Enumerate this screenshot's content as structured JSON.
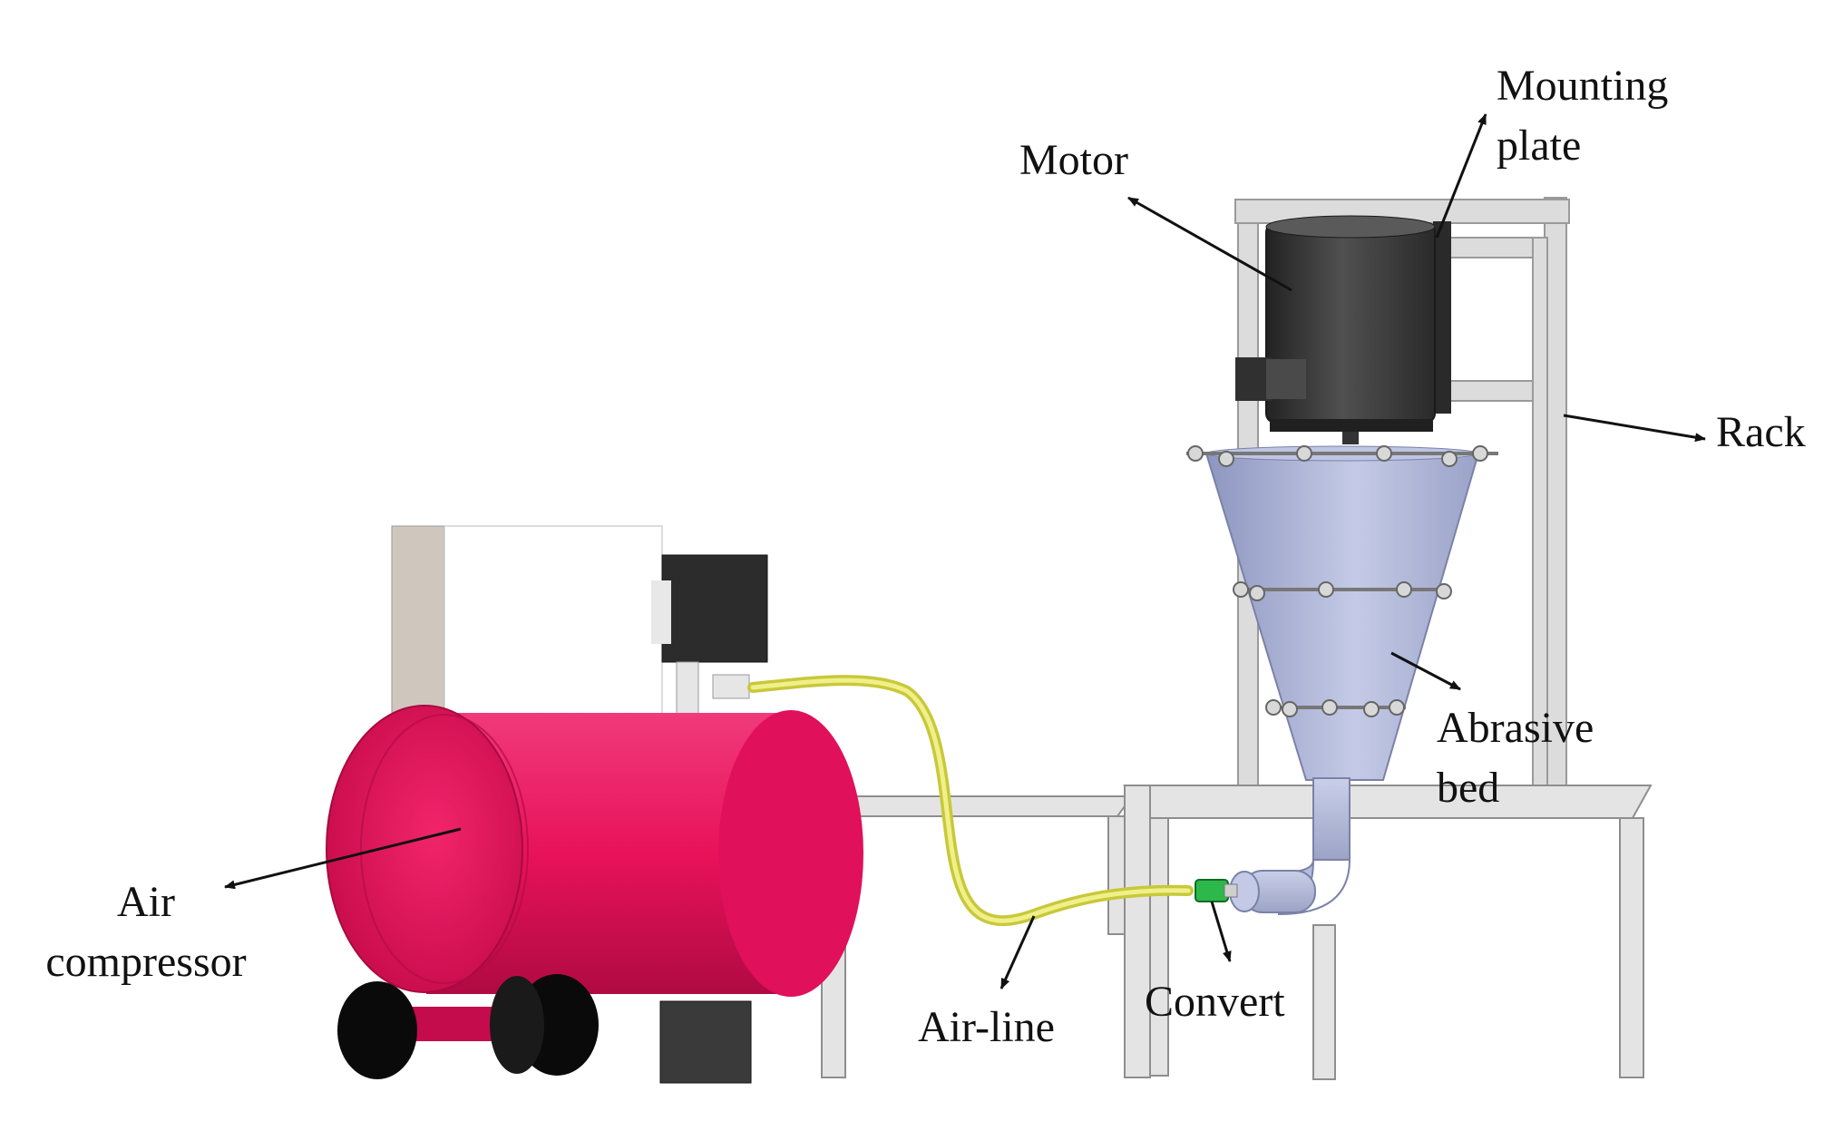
{
  "labels": {
    "mounting_plate": [
      "Mounting",
      "plate"
    ],
    "motor": "Motor",
    "rack": "Rack",
    "abrasive_bed": [
      "Abrasive",
      "bed"
    ],
    "air_compressor": [
      "Air",
      "compressor"
    ],
    "air_line": "Air-line",
    "convert": "Convert"
  },
  "colors": {
    "tank": "#e8125a",
    "motor": "#3a3a3a",
    "cone": "#aab2d4",
    "frame": "#e2e2e2",
    "hose": "#e0e060",
    "convert_fitting": "#2cb84a",
    "wheel": "#0a0a0a"
  }
}
